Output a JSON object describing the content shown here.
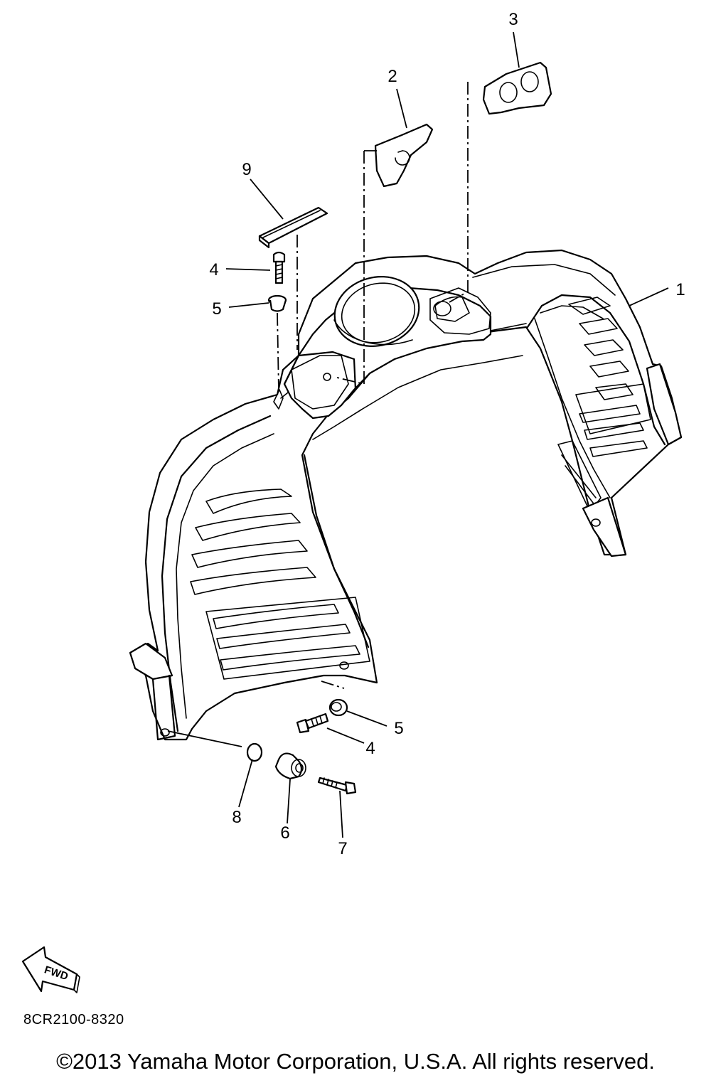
{
  "diagram": {
    "callouts": [
      {
        "id": "1",
        "label": "1"
      },
      {
        "id": "2",
        "label": "2"
      },
      {
        "id": "3",
        "label": "3"
      },
      {
        "id": "4a",
        "label": "4"
      },
      {
        "id": "5a",
        "label": "5"
      },
      {
        "id": "9",
        "label": "9"
      },
      {
        "id": "5b",
        "label": "5"
      },
      {
        "id": "4b",
        "label": "4"
      },
      {
        "id": "8",
        "label": "8"
      },
      {
        "id": "6",
        "label": "6"
      },
      {
        "id": "7",
        "label": "7"
      }
    ],
    "fwd_arrow_text": "FWD",
    "part_number": "8CR2100-8320"
  },
  "footer": {
    "copyright": "©2013 Yamaha Motor Corporation, U.S.A. All rights reserved."
  }
}
